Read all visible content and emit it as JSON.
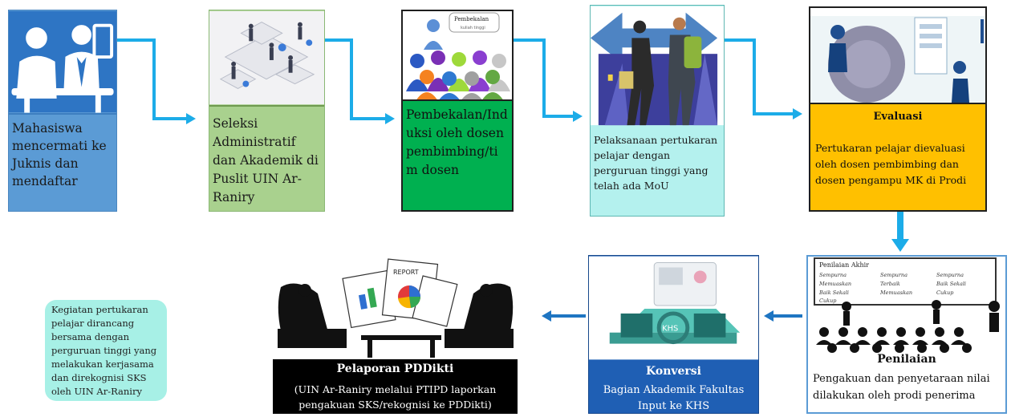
{
  "steps": {
    "s1": {
      "text": "Mahasiswa mencermati ke Juknis dan mendaftar",
      "color": "#5b9bd5"
    },
    "s2": {
      "text": "Seleksi Administratif dan Akademik di Puslit UIN Ar-Raniry",
      "color": "#a9d18e"
    },
    "s3": {
      "text": "Pembekalan/Induksi oleh dosen pembimbing/tim dosen",
      "color": "#00b050",
      "bubble_title": "Pembekalan",
      "bubble_sub": "kuliah tinggi"
    },
    "s4": {
      "text": "Pelaksanaan pertukaran pelajar dengan perguruan tinggi yang telah ada MoU",
      "color": "#b4f1ee"
    },
    "s5": {
      "title": "Evaluasi",
      "text": "Pertukaran pelajar dievaluasi oleh dosen pembimbing dan dosen pengampu MK di Prodi",
      "color": "#ffc000"
    },
    "s6": {
      "title": "Penilaian",
      "text": "Pengakuan dan penyetaraan nilai dilakukan oleh prodi penerima",
      "color": "#ffffff",
      "board_title": "Penilaian Akhir",
      "board_words": [
        "Sempurna",
        "Memuaskan",
        "Baik Sekali",
        "Cukup",
        "Terbaik"
      ]
    },
    "s7": {
      "title": "Konversi",
      "text": "Bagian Akademik Fakultas Input ke KHS",
      "color": "#1f5fb4",
      "illus_label": "KHS"
    },
    "s8": {
      "title": "Pelaporan PDDikti",
      "text": "(UIN Ar-Raniry melalui PTIPD laporkan pengakuan SKS/rekognisi ke PDDikti)",
      "color": "#000000",
      "illus_label": "REPORT"
    }
  },
  "note": {
    "text": "Kegiatan pertukaran pelajar dirancang bersama dengan perguruan tinggi yang melakukan kerjasama dan direkognisi SKS oleh UIN Ar-Raniry",
    "color": "#a7f0e6"
  },
  "colors": {
    "arrow": "#1cace8",
    "arrow_dark": "#1e75c2",
    "figure": "#111111"
  }
}
